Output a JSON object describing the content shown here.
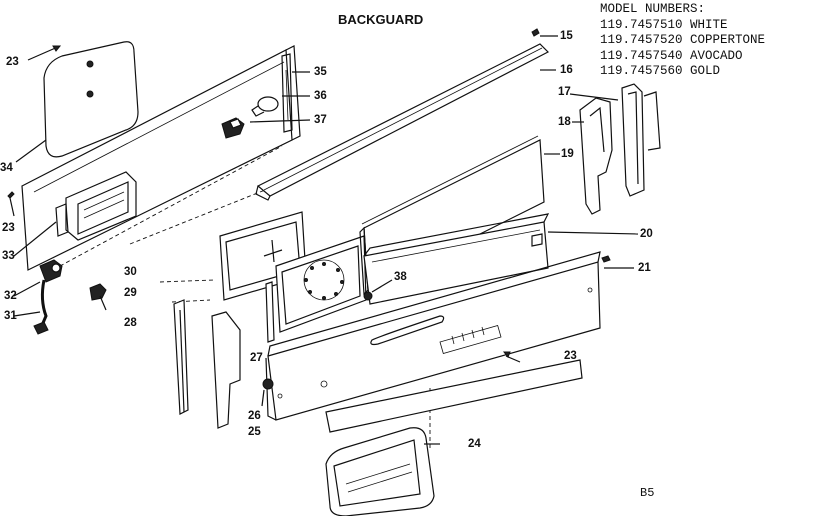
{
  "title": "BACKGUARD",
  "model_header": "MODEL NUMBERS:",
  "models": [
    "119.7457510 WHITE",
    "119.7457520 COPPERTONE",
    "119.7457540 AVOCADO",
    "119.7457560 GOLD"
  ],
  "page_code": "B5",
  "callouts": [
    "23",
    "15",
    "16",
    "35",
    "36",
    "37",
    "34",
    "17",
    "18",
    "19",
    "23",
    "33",
    "20",
    "30",
    "38",
    "32",
    "29",
    "21",
    "31",
    "28",
    "27",
    "23",
    "26",
    "25",
    "24"
  ]
}
